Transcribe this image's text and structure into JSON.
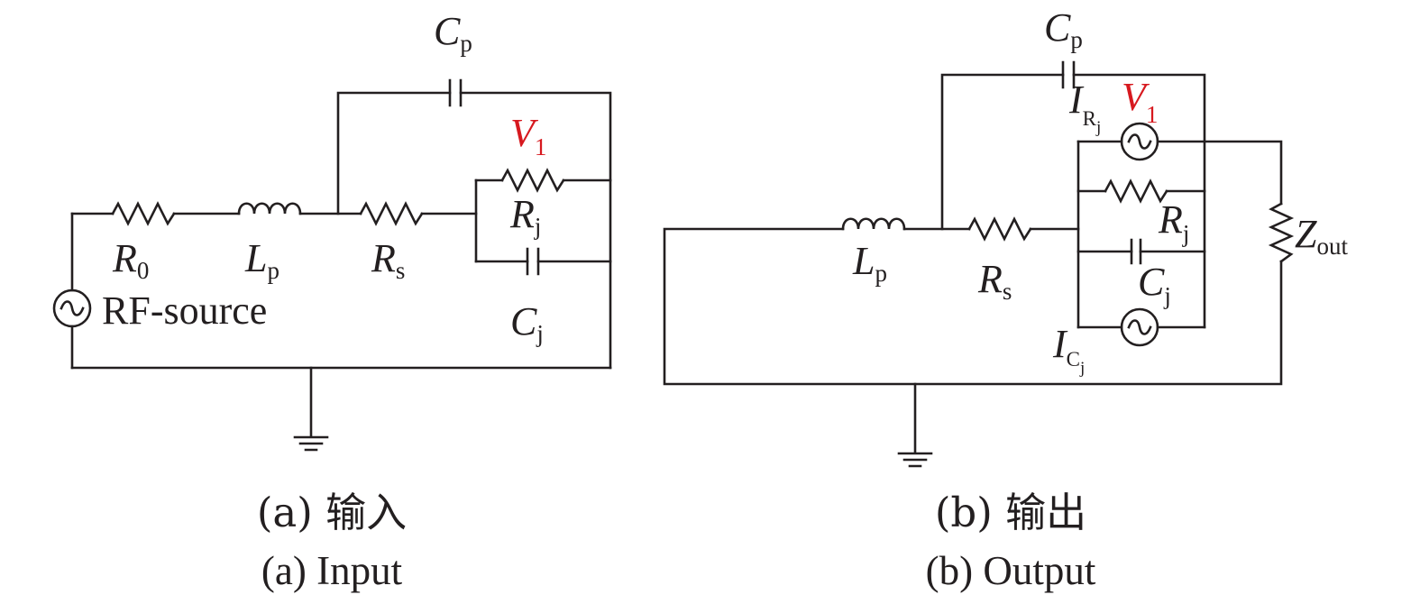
{
  "input": {
    "caption_zh": "(a) 输入",
    "caption_en": "(a) Input",
    "labels": {
      "R0": {
        "main": "R",
        "sub": "0"
      },
      "Lp": {
        "main": "L",
        "sub": "p"
      },
      "Rs": {
        "main": "R",
        "sub": "s"
      },
      "Cp": {
        "main": "C",
        "sub": "p"
      },
      "V1": {
        "main": "V",
        "sub": "1"
      },
      "Rj": {
        "main": "R",
        "sub": "j"
      },
      "Cj": {
        "main": "C",
        "sub": "j"
      },
      "source": "RF-source"
    }
  },
  "output": {
    "caption_zh": "(b) 输出",
    "caption_en": "(b) Output",
    "labels": {
      "Cp": {
        "main": "C",
        "sub": "p"
      },
      "IRj": {
        "main": "I",
        "sub": "R",
        "subsub": "j"
      },
      "V1": {
        "main": "V",
        "sub": "1"
      },
      "Rj": {
        "main": "R",
        "sub": "j"
      },
      "Zout": {
        "main": "Z",
        "sub": "out"
      },
      "Lp": {
        "main": "L",
        "sub": "p"
      },
      "Rs": {
        "main": "R",
        "sub": "s"
      },
      "Cj": {
        "main": "C",
        "sub": "j"
      },
      "ICj": {
        "main": "I",
        "sub": "C",
        "subsub": "j"
      }
    }
  },
  "colors": {
    "line": "#231f20",
    "highlight": "#d7191f"
  }
}
